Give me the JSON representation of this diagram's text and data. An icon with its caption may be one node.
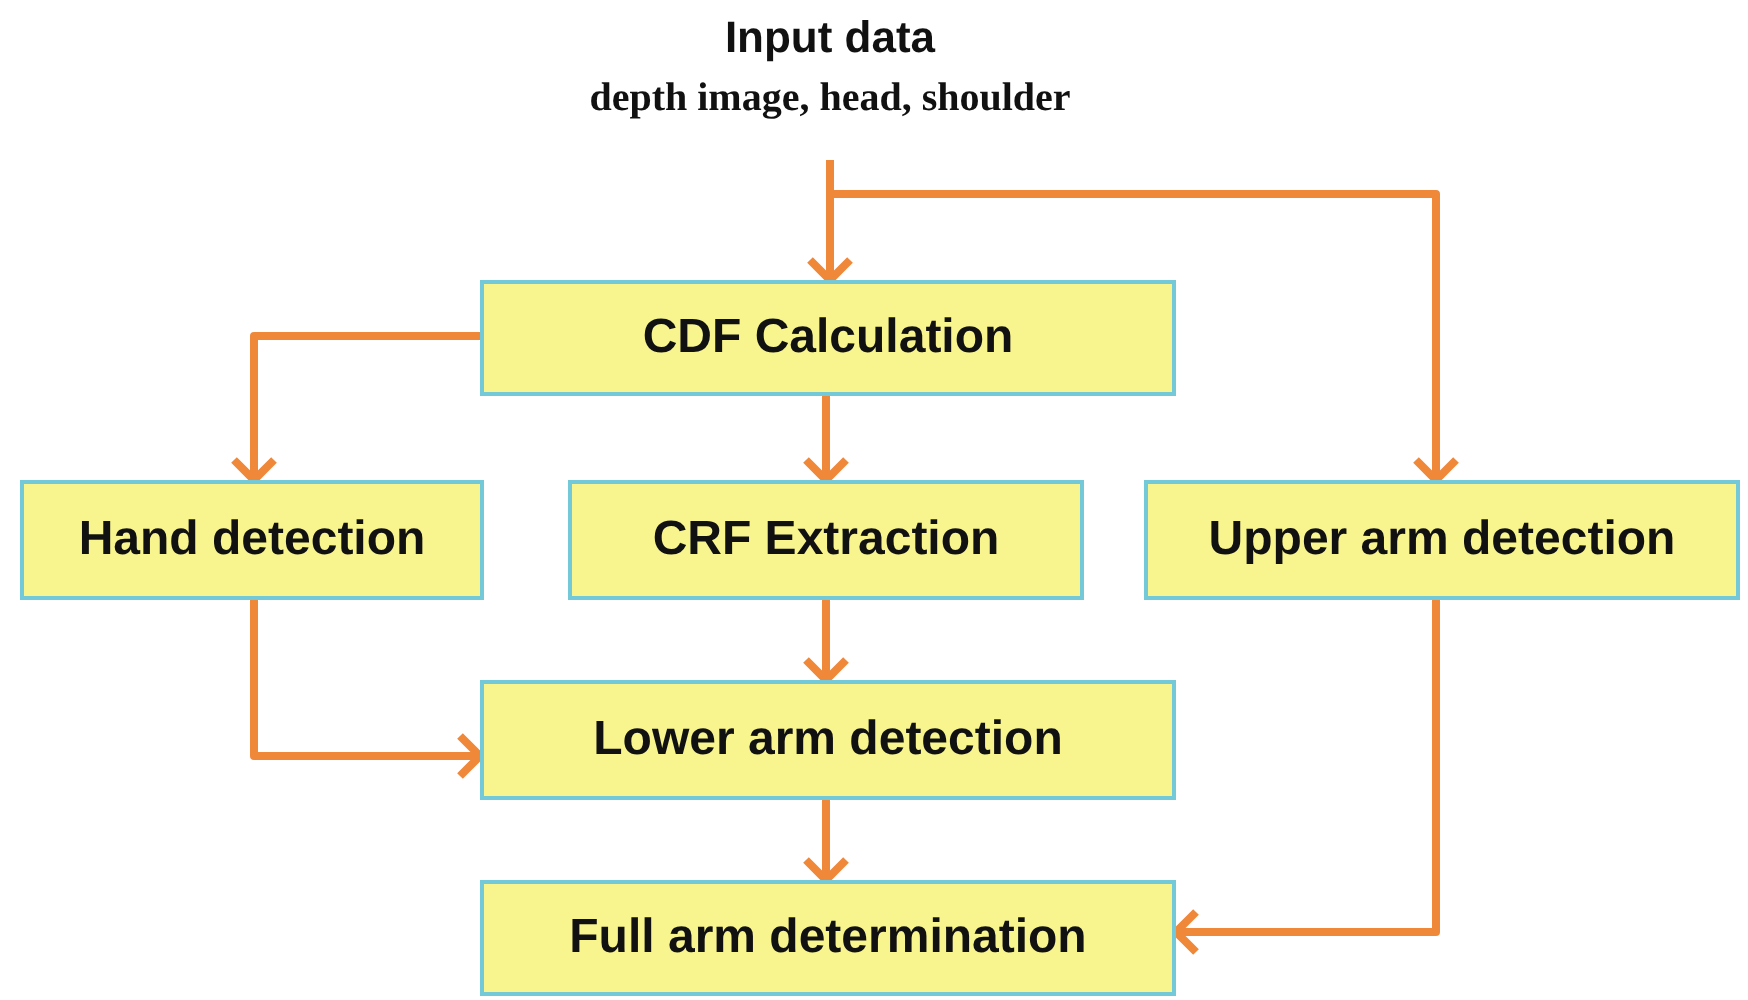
{
  "diagram": {
    "nodes": [
      {
        "text": [
          "Input data",
          "depth image, head, shoulder"
        ]
      },
      {
        "text": [
          "CDF Calculation"
        ]
      },
      {
        "text": [
          "Hand detection"
        ]
      },
      {
        "text": [
          "CRF Extraction"
        ]
      },
      {
        "text": [
          "Upper arm detection"
        ]
      },
      {
        "text": [
          "Lower arm detection"
        ]
      },
      {
        "text": [
          "Full arm determination"
        ]
      }
    ],
    "edges": [
      {
        "from": 0,
        "to": 1,
        "arrow": "to"
      },
      {
        "from": 0,
        "to": 4,
        "arrow": "to"
      },
      {
        "from": 1,
        "to": 2,
        "arrow": "to"
      },
      {
        "from": 1,
        "to": 3,
        "arrow": "to"
      },
      {
        "from": 2,
        "to": 5,
        "arrow": "to"
      },
      {
        "from": 3,
        "to": 5,
        "arrow": "to"
      },
      {
        "from": 5,
        "to": 6,
        "arrow": "to"
      },
      {
        "from": 4,
        "to": 6,
        "arrow": "to"
      }
    ]
  }
}
